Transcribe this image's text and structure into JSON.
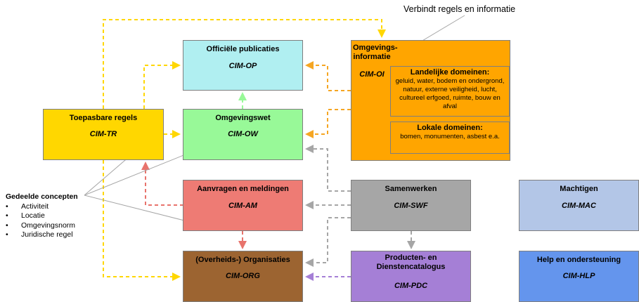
{
  "annotation": "Verbindt regels en informatie",
  "shared_concepts": {
    "title": "Gedeelde concepten",
    "items": [
      "Activiteit",
      "Locatie",
      "Omgevingsnorm",
      "Juridische regel"
    ]
  },
  "boxes": {
    "op": {
      "title": "Officiële publicaties",
      "code": "CIM-OP",
      "color": "#b0eff1"
    },
    "oi": {
      "title": "Omgevings- informatie",
      "code": "CIM-OI",
      "color": "#ffa500"
    },
    "tr": {
      "title": "Toepasbare regels",
      "code": "CIM-TR",
      "color": "#ffd700"
    },
    "ow": {
      "title": "Omgevingswet",
      "code": "CIM-OW",
      "color": "#98f998"
    },
    "am": {
      "title": "Aanvragen en meldingen",
      "code": "CIM-AM",
      "color": "#ee7b74"
    },
    "swf": {
      "title": "Samenwerken",
      "code": "CIM-SWF",
      "color": "#a6a6a6"
    },
    "mac": {
      "title": "Machtigen",
      "code": "CIM-MAC",
      "color": "#b3c6e7"
    },
    "org": {
      "title": "(Overheids-) Organisaties",
      "code": "CIM-ORG",
      "color": "#9c6431"
    },
    "pdc": {
      "title": "Producten- en Dienstencatalogus",
      "code": "CIM-PDC",
      "color": "#a57fd6"
    },
    "hlp": {
      "title": "Help en ondersteuning",
      "code": "CIM-HLP",
      "color": "#6495ed"
    }
  },
  "domains": {
    "national": {
      "title": "Landelijke domeinen:",
      "text": "geluid, water, bodem en ondergrond, natuur, externe veiligheid, lucht, cultureel erfgoed, ruimte, bouw en afval"
    },
    "local": {
      "title": "Lokale domeinen:",
      "text": "bomen, monumenten, asbest e.a."
    }
  },
  "colors": {
    "yellow_line": "#ffd700",
    "orange_line": "#f5a623",
    "green_line": "#98f998",
    "red_line": "#e8736c",
    "gray_line": "#a6a6a6",
    "purple_line": "#a57fd6",
    "pointer_line": "#a6a6a6",
    "marker_dot": "#8c8c8c"
  }
}
